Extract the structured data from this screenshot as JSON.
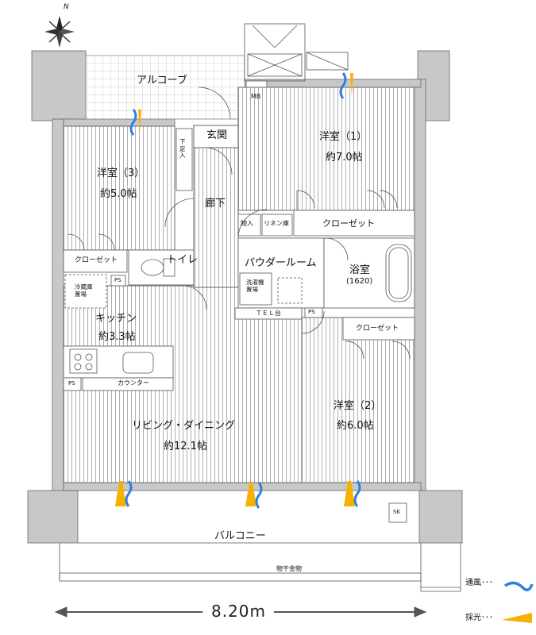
{
  "north_label": "N",
  "rooms": {
    "alcove": "アルコーブ",
    "mb": "MB",
    "genkan": "玄関",
    "shoeire": "下足入",
    "rouka": "廊下",
    "youshitsu1": {
      "name": "洋室（1）",
      "area": "約7.0帖"
    },
    "youshitsu3": {
      "name": "洋室（3）",
      "area": "約5.0帖"
    },
    "youshitsu2": {
      "name": "洋室（2）",
      "area": "約6.0帖"
    },
    "kitchen": {
      "name": "キッチン",
      "area": "約3.3帖"
    },
    "living": {
      "name": "リビング・ダイニング",
      "area": "約12.1帖"
    },
    "powder": "パウダールーム",
    "bath": {
      "name": "浴室",
      "size": "(1620)"
    },
    "toilet": "トイレ",
    "balcony": "バルコニー"
  },
  "fixtures": {
    "closet_1": "クローゼット",
    "closet_3": "クローゼット",
    "closet_2": "クローゼット",
    "monoire": "物入",
    "linen": "リネン庫",
    "washer": "洗濯機置場",
    "fridge": "冷蔵庫置場",
    "ps_toilet": "PS",
    "ps_kitchen": "PS",
    "ps_bath": "PS",
    "tel": "ＴＥＬ台",
    "counter": "カウンター",
    "sk": "SK",
    "drying": "物干金物"
  },
  "dimension": "8.20m",
  "legend": {
    "ventilation": "通風･･･",
    "daylight": "採光･･･"
  },
  "colors": {
    "wall": "#c8c8c8",
    "wind": "#2f7fe0",
    "light": "#f6b100",
    "line": "#555555"
  }
}
